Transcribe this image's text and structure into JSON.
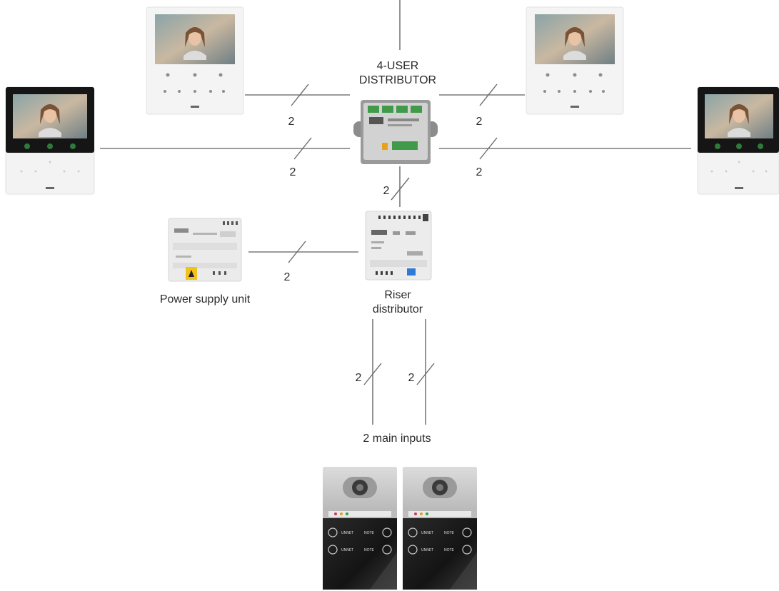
{
  "labels": {
    "distributor": [
      "4-USER",
      "DISTRIBUTOR"
    ],
    "power_supply": "Power supply unit",
    "riser": [
      "Riser",
      "distributor"
    ],
    "main_inputs": "2 main inputs"
  },
  "wire_count": "2",
  "panel_buttons": [
    "UNNET",
    "NOTE",
    "UNNET",
    "NOTE"
  ],
  "colors": {
    "wire": "#7a7a7a",
    "monitor_frame_white": "#f3f3f3",
    "monitor_frame_black": "#151515",
    "panel_top": "#c9c9c9",
    "panel_bottom": "#202020"
  }
}
